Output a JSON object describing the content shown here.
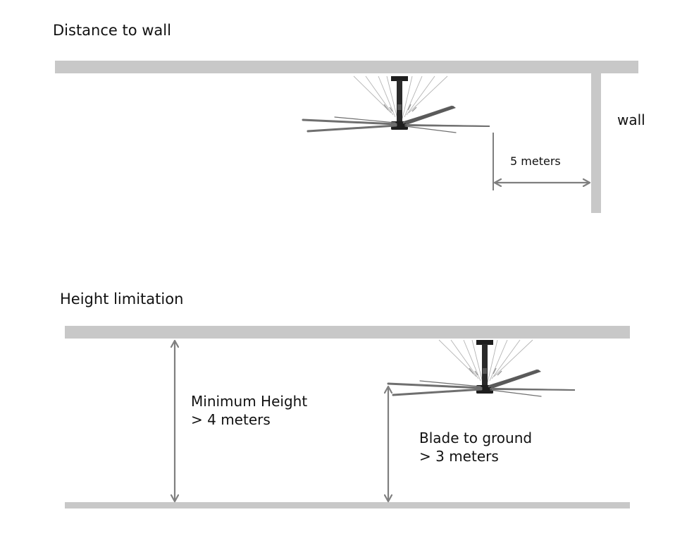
{
  "section1": {
    "title": "Distance to  wall",
    "wall_label": "wall",
    "distance_label": "5  meters"
  },
  "section2": {
    "title": "Height limitation",
    "min_height_label": "Minimum Height",
    "min_height_value": "> 4 meters",
    "blade_label": "Blade to ground",
    "blade_value": "> 3 meters"
  },
  "colors": {
    "structure": "#c8c8c8",
    "arrow": "#7f7f7f",
    "fan_body": "#1e1e1e",
    "blade": "#6f6f6f",
    "cable": "#b4b4b4"
  }
}
